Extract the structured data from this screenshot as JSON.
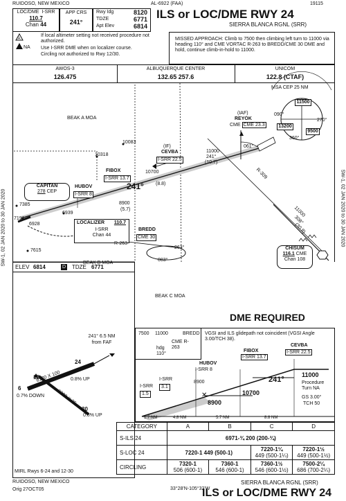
{
  "header": {
    "city_state": "RUIDOSO, NEW MEXICO",
    "doc_id": "AL-6922 (FAA)",
    "chart_number": "19115",
    "title": "ILS or LOC/DME RWY 24",
    "airport": "SIERRA BLANCA RGNL",
    "airport_id": "(SRR)",
    "loc_label": "LOC/DME",
    "loc_ident": "I-SRR",
    "loc_freq": "110.7",
    "loc_chan_label": "Chan",
    "loc_chan": "44",
    "app_crs_label": "APP CRS",
    "app_crs": "241°",
    "rwy_ldg_label": "Rwy Idg",
    "rwy_ldg": "8120",
    "tdze_label": "TDZE",
    "tdze": "6771",
    "apt_elev_label": "Apt Elev",
    "apt_elev": "6814"
  },
  "notes": {
    "a_symbol": "A",
    "a_text": "If local altimeter setting not received procedure not authorized.",
    "na_text": "Use I-SRR DME when on localizer course.",
    "circling_text": "Circling not authorized to Rwy 12/30.",
    "missed": "MISSED APPROACH: Climb to 7500 then climbing left turn to 11000 via heading 110° and CME VORTAC R-263 to BREDD/CME 30 DME and hold, continue climb-in-hold to 11000."
  },
  "comms": {
    "awos_label": "AWOS-3",
    "awos_freq": "126.475",
    "center_label": "ALBUQUERQUE CENTER",
    "center_freq": "132.65 257.6",
    "unicom_label": "UNICOM",
    "unicom_freq": "122.8 (CTAF)"
  },
  "plan": {
    "msa_title": "MSA CEP 25 NM",
    "msa_alts": [
      "11500",
      "13200",
      "9500"
    ],
    "msa_brgs": [
      "090°",
      "270°",
      "360°"
    ],
    "moa": [
      "BEAK A MOA",
      "BEAK B MOA",
      "BEAK C MOA"
    ],
    "iaf": "(IAF)",
    "reyok": "REYOK",
    "reyok_dist": "CME 23.3",
    "cevba": "CEVBA",
    "cevba_if": "(IF)",
    "cevba_dme": "I-SRR 22.5",
    "fibox": "FIBOX",
    "fibox_dme": "I-SRR 13.7",
    "hubov": "HUBOV",
    "hubov_dme": "I-SRR 8",
    "capitan": "CAPITAN",
    "capitan_id": "278",
    "capitan_cep": "CEP",
    "localizer_label": "LOCALIZER",
    "localizer_freq": "110.7",
    "localizer_ident": "I-SRR",
    "localizer_chan": "Chan 44",
    "bredd": "BREDD",
    "bredd_dme": "CME 30",
    "chisum": "CHISUM",
    "chisum_freq": "116.1",
    "chisum_id": "CME",
    "chisum_chan": "Chan 108",
    "spot_elevs": [
      "10318",
      "10083",
      "7385",
      "7191",
      "6928",
      "7615",
      "6939"
    ],
    "course": "241°",
    "course_dist": "(8.8)",
    "seg1_alt": "11000",
    "seg1_crs": "241°",
    "seg1_dist": "(10.7)",
    "seg2_alt": "10700",
    "seg3_alt": "8900",
    "seg3_dist": "(5.7)",
    "cme_r309": "R-309",
    "r263": "R-263",
    "hdg061": "061°",
    "hdg263": "263°",
    "hdg083": "083°",
    "chisum_leg_alt": "11000",
    "chisum_leg_crs": "308°",
    "chisum_leg_dist": "(30.8)",
    "dme_required": "DME REQUIRED",
    "side_date": "SW-1, 02 JAN 2020 to 30 JAN 2020"
  },
  "airport": {
    "elev_label": "ELEV",
    "elev": "6814",
    "tdze_label": "TDZE",
    "tdze": "6771",
    "course_note_1": "241° 6.5 NM",
    "course_note_2": "from FAF",
    "rwy_a": "8120 X 100",
    "rwy_b": "6398 X 75",
    "grad_a": "0.7% DOWN",
    "grad_b": "0.8% UP",
    "grad_c": "0.8% UP",
    "rwy_nums": [
      "6",
      "24",
      "12",
      "30"
    ],
    "lighting": "MIRL Rwys 6-24 and 12-30"
  },
  "profile": {
    "ma_alt": "7500",
    "ma_11000": "11000",
    "ma_hdg": "hdg 110°",
    "ma_cme": "CME R-263",
    "ma_bredd": "BREDD",
    "vgsi": "VGSI and ILS glidepath not coincident (VGSI Angle 3.00/TCH 38).",
    "fibox": "FIBOX",
    "fibox_dme": "I-SRR 13.7",
    "cevba": "CEVBA",
    "cevba_dme": "I-SRR 22.5",
    "hubov": "HUBOV",
    "hubov_dme": "I-SRR 8",
    "isrr_1": "I-SRR",
    "isrr_1_val": "1.5",
    "isrr_2": "I-SRR",
    "isrr_2_val": "3.1",
    "alt_8900_top": "8900",
    "alt_8900": "8900",
    "alt_10700": "10700",
    "alt_11000": "11000",
    "course": "241°",
    "pt_note": "Procedure Turn NA",
    "gs_angle": "GS 3.00°",
    "tch": "TCH 50",
    "dists": [
      "1.7 NM",
      "4.8 NM",
      "5.7 NM",
      "8.8 NM"
    ]
  },
  "minimums": {
    "category_label": "CATEGORY",
    "cats": [
      "A",
      "B",
      "C",
      "D"
    ],
    "rows": [
      {
        "label": "S-ILS 24",
        "span": "6971-¾  200 (200-¾)"
      },
      {
        "label": "S-LOC 24",
        "ab": "7220-1  449 (500-1)",
        "c": "7220-1¼",
        "c2": "449 (500-1¼)",
        "d": "7220-1½",
        "d2": "449 (500-1½)"
      },
      {
        "label": "CIRCLING",
        "a": "7320-1",
        "a2": "506 (600-1)",
        "b": "7360-1",
        "b2": "546 (600-1)",
        "c": "7360-1½",
        "c2": "546 (600-1½)",
        "d": "7500-2¼",
        "d2": "686 (700-2¼)"
      }
    ]
  },
  "footer": {
    "city_state": "RUIDOSO, NEW MEXICO",
    "orig": "Orig  27OCT05",
    "coords": "33°28'N-105°32'W",
    "airport": "SIERRA BLANCA RGNL (SRR)",
    "title": "ILS or LOC/DME RWY 24"
  }
}
